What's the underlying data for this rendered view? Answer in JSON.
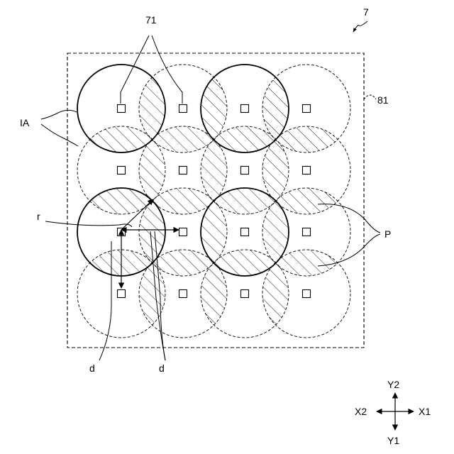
{
  "labels": {
    "figure_number": "7",
    "pixel_ref": "71",
    "imaging_area": "IA",
    "frame_ref": "81",
    "radius": "r",
    "overlap": "P",
    "pitch_left": "d",
    "pitch_right": "d"
  },
  "axes": {
    "up": "Y2",
    "down": "Y1",
    "left": "X2",
    "right": "X1"
  },
  "grid": {
    "rows": 4,
    "cols": 4,
    "solid_circles": [
      [
        0,
        0
      ],
      [
        0,
        2
      ],
      [
        2,
        0
      ],
      [
        2,
        2
      ]
    ]
  },
  "colors": {
    "line": "#000000",
    "background": "#ffffff"
  }
}
